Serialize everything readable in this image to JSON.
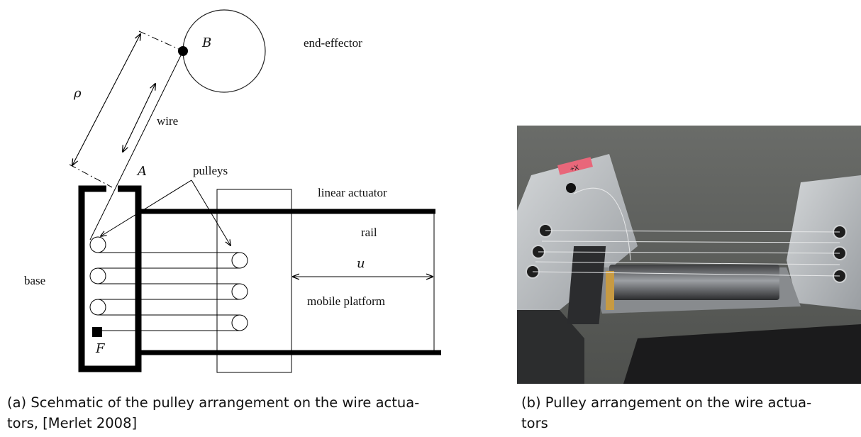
{
  "figure_a": {
    "labels": {
      "B": "B",
      "end_effector": "end-effector",
      "rho": "ρ",
      "wire": "wire",
      "A": "A",
      "pulleys": "pulleys",
      "linear_actuator": "linear actuator",
      "rail": "rail",
      "u": "u",
      "base": "base",
      "mobile_platform": "mobile platform",
      "F": "F"
    },
    "caption_line1": "(a) Scehmatic of the pulley arrangement on the wire actua-",
    "caption_line2": "tors, [Merlet 2008]"
  },
  "figure_b": {
    "photo_marking": "+X",
    "caption_line1": "(b) Pulley arrangement on the wire actua-",
    "caption_line2": "tors"
  },
  "colors": {
    "ink": "#000000",
    "photo_background": "#5d5f5c",
    "rail_metal": "#b9bcbf",
    "label_pink": "#e8677a"
  }
}
